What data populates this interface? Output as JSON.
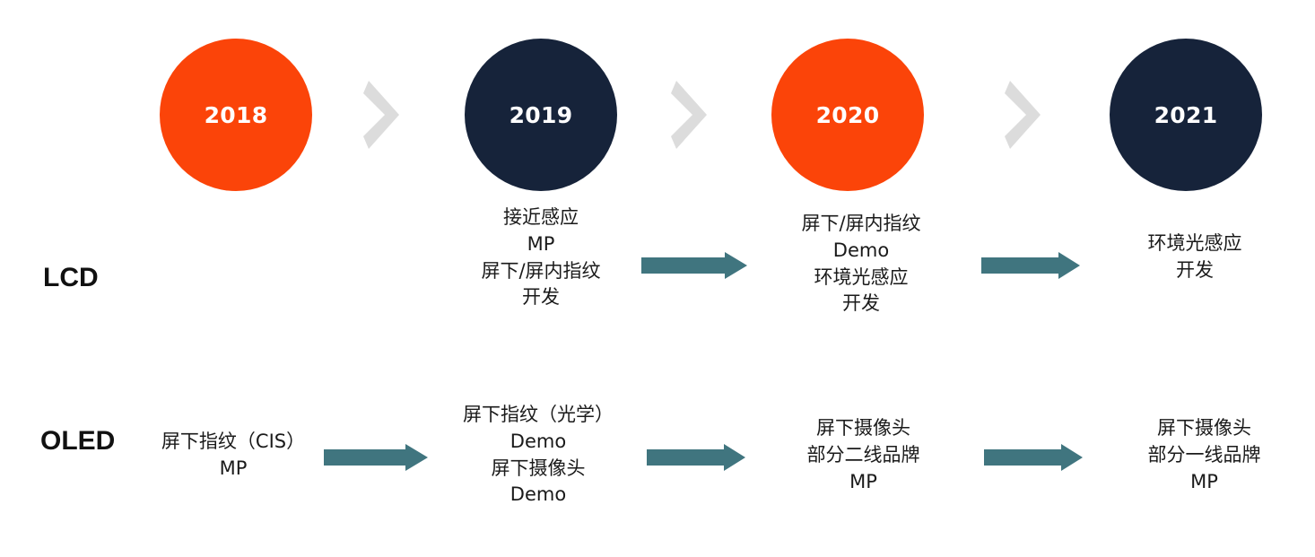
{
  "colors": {
    "orange": "#FB4409",
    "navy": "#16233A",
    "chevron_gray": "#DCDCDC",
    "teal_arrow": "#40757F",
    "text": "#1a1a1a",
    "background": "#FFFFFF"
  },
  "timeline": {
    "years": [
      {
        "label": "2018",
        "color_key": "orange"
      },
      {
        "label": "2019",
        "color_key": "navy"
      },
      {
        "label": "2020",
        "color_key": "orange"
      },
      {
        "label": "2021",
        "color_key": "navy"
      }
    ]
  },
  "rows": [
    {
      "id": "lcd",
      "label": "LCD",
      "cells": [
        {
          "year": "2018",
          "lines": []
        },
        {
          "year": "2019",
          "lines": [
            "接近感应",
            "MP",
            "屏下/屏内指纹",
            "开发"
          ]
        },
        {
          "year": "2020",
          "lines": [
            "屏下/屏内指纹",
            "Demo",
            "环境光感应",
            "开发"
          ]
        },
        {
          "year": "2021",
          "lines": [
            "环境光感应",
            "开发"
          ]
        }
      ]
    },
    {
      "id": "oled",
      "label": "OLED",
      "cells": [
        {
          "year": "2018",
          "lines": [
            "屏下指纹（CIS）",
            "MP"
          ]
        },
        {
          "year": "2019",
          "lines": [
            "屏下指纹（光学）",
            "Demo",
            "屏下摄像头",
            "Demo"
          ]
        },
        {
          "year": "2020",
          "lines": [
            "屏下摄像头",
            "部分二线品牌",
            "MP"
          ]
        },
        {
          "year": "2021",
          "lines": [
            "屏下摄像头",
            "部分一线品牌",
            "MP"
          ]
        }
      ]
    }
  ]
}
